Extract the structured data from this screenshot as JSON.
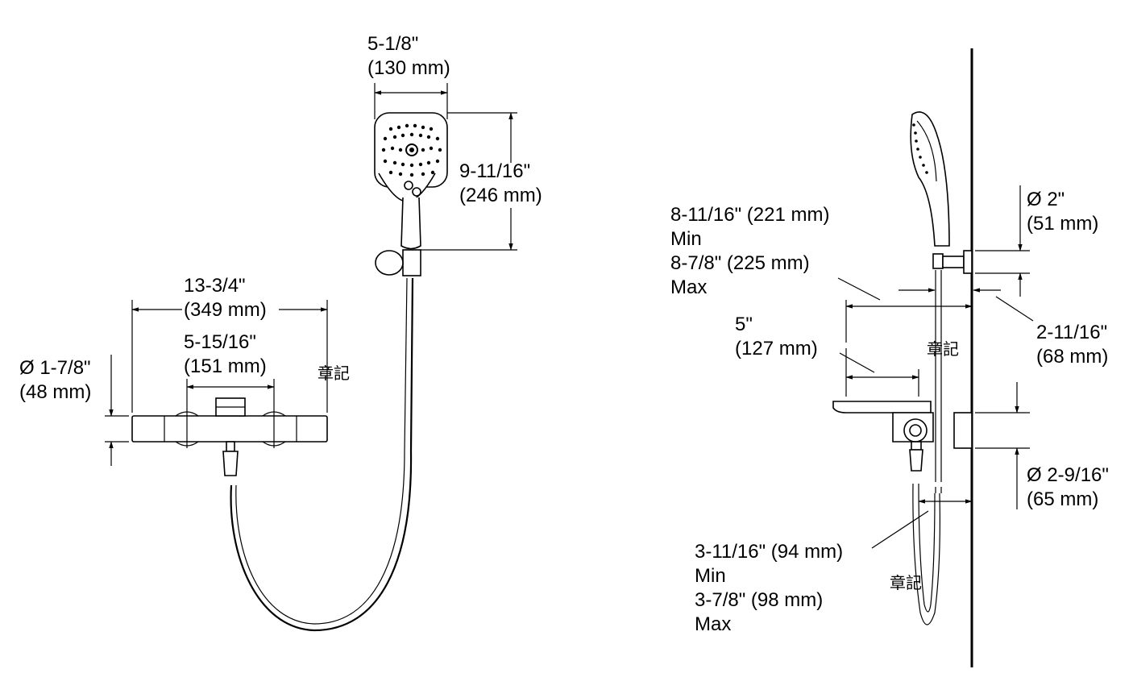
{
  "front_view": {
    "head_width": [
      "5-1/8\"",
      "(130 mm)"
    ],
    "head_height": [
      "9-11/16\"",
      "(246 mm)"
    ],
    "body_width": [
      "13-3/4\"",
      "(349 mm)"
    ],
    "center_spacing": [
      "5-15/16\"",
      "(151 mm)"
    ],
    "body_diameter": [
      "Ø 1-7/8\"",
      "(48 mm)"
    ],
    "stamp": "章記"
  },
  "side_view": {
    "holder_projection": [
      "8-11/16\" (221 mm)",
      "Min",
      "8-7/8\" (225 mm)",
      "Max"
    ],
    "spout_projection": [
      "5\"",
      "(127 mm)"
    ],
    "holder_diameter": [
      "Ø 2\"",
      "(51 mm)"
    ],
    "holder_offset": [
      "2-11/16\"",
      "(68 mm)"
    ],
    "flange_diameter": [
      "Ø 2-9/16\"",
      "(65 mm)"
    ],
    "body_projection": [
      "3-11/16\" (94 mm)",
      "Min",
      "3-7/8\" (98 mm)",
      "Max"
    ],
    "stamp_upper": "章記",
    "stamp_lower": "章記"
  }
}
